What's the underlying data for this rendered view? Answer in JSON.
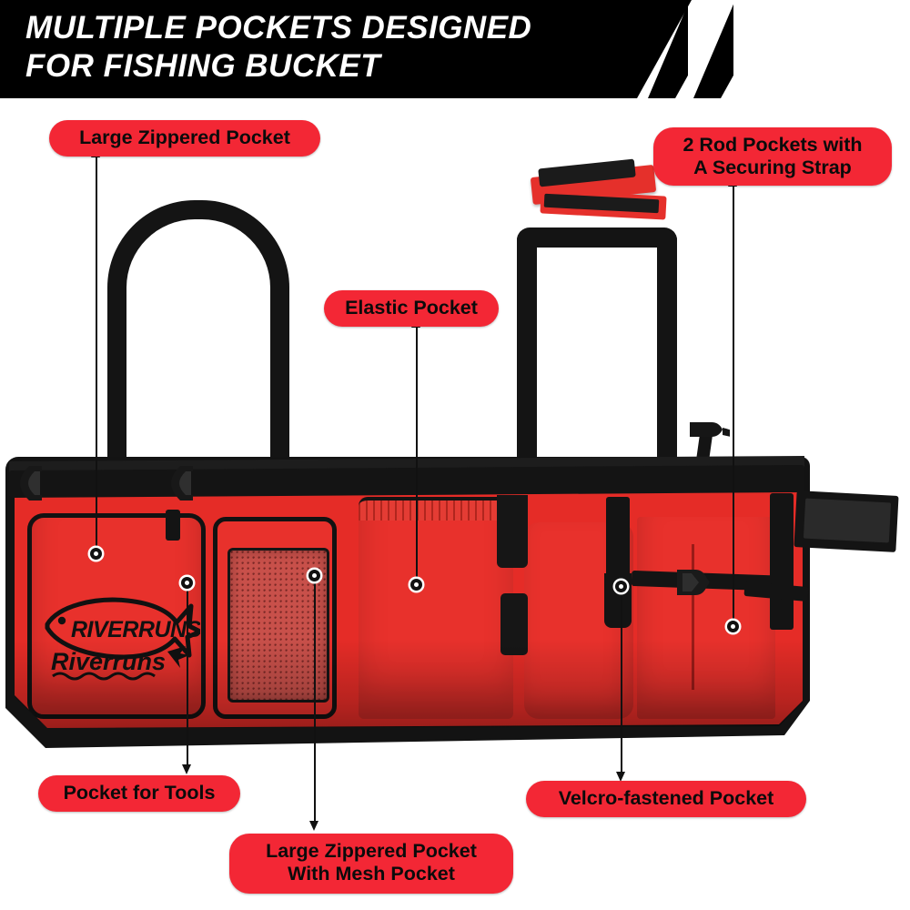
{
  "header": {
    "title": "MULTIPLE POCKETS DESIGNED\nFOR FISHING BUCKET",
    "background_color": "#000000",
    "text_color": "#ffffff"
  },
  "theme": {
    "label_bg": "#F32735",
    "label_text": "#0b0b0b",
    "product_red": "#E52C27",
    "product_black": "#131313",
    "page_bg": "#ffffff"
  },
  "callouts": [
    {
      "id": "large-zippered-pocket",
      "text": "Large Zippered Pocket",
      "lines": 1
    },
    {
      "id": "rod-pockets",
      "text": "2 Rod Pockets with\nA Securing Strap",
      "lines": 2
    },
    {
      "id": "elastic-pocket",
      "text": "Elastic Pocket",
      "lines": 1
    },
    {
      "id": "pocket-for-tools",
      "text": "Pocket for Tools",
      "lines": 1
    },
    {
      "id": "large-zippered-pocket-mesh",
      "text": "Large Zippered Pocket\nWith Mesh Pocket",
      "lines": 2
    },
    {
      "id": "velcro-fastened-pocket",
      "text": "Velcro-fastened Pocket",
      "lines": 1
    }
  ],
  "product": {
    "name": "fishing bucket organizer",
    "brand_logo_text": "RIVERRUNS",
    "brand_script_text": "Riverruns"
  }
}
